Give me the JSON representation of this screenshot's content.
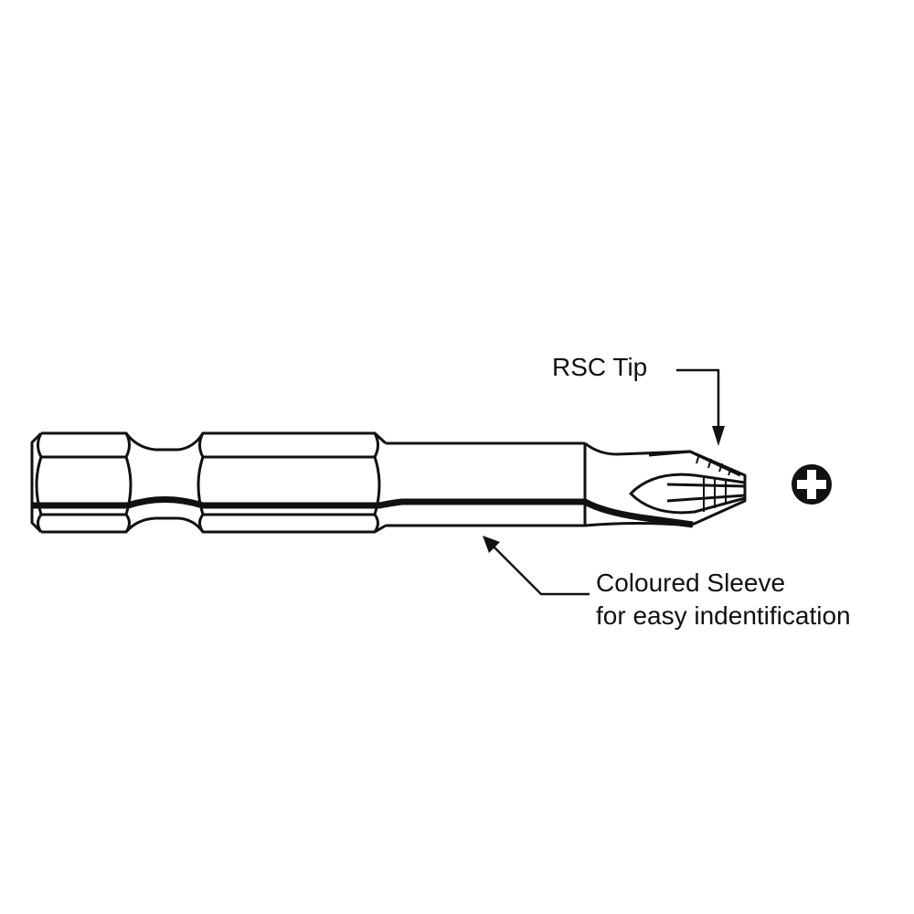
{
  "labels": {
    "tip": "RSC Tip",
    "sleeve_line1": "Coloured Sleeve",
    "sleeve_line2": "for easy indentification"
  },
  "colors": {
    "ink": "#111111",
    "background": "#ffffff"
  }
}
